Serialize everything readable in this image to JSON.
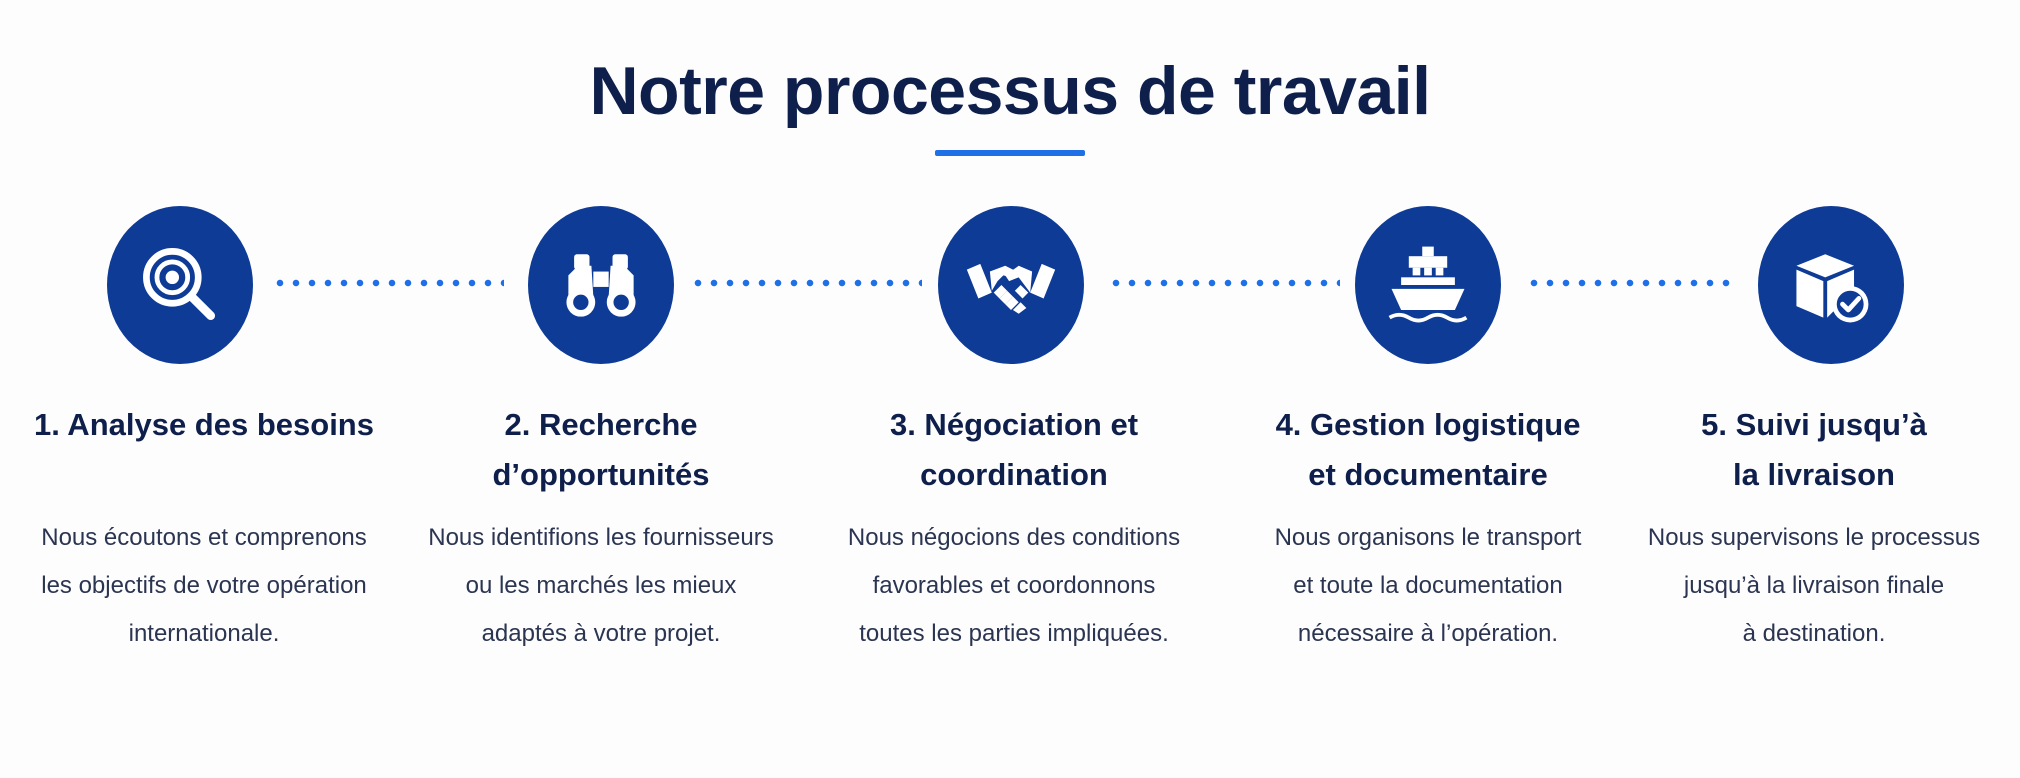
{
  "title": "Notre processus de travail",
  "accent_color": "#1f6fe6",
  "circle_color": "#0d3b96",
  "steps": [
    {
      "icon": "target-search-icon",
      "title": "1. Analyse des besoins",
      "description_lines": [
        "Nous écoutons et comprenons",
        "les objectifs de votre opération",
        "internationale."
      ]
    },
    {
      "icon": "binoculars-icon",
      "title_lines": [
        "2. Recherche",
        "d’opportunités"
      ],
      "description_lines": [
        "Nous identifions les fournisseurs",
        "ou les marchés les mieux",
        "adaptés à votre projet."
      ]
    },
    {
      "icon": "handshake-icon",
      "title_lines": [
        "3. Négociation et",
        "coordination"
      ],
      "description_lines": [
        "Nous négocions des conditions",
        "favorables et coordonnons",
        "toutes les parties impliquées."
      ]
    },
    {
      "icon": "cargo-ship-icon",
      "title_lines": [
        "4. Gestion logistique",
        "et documentaire"
      ],
      "description_lines": [
        "Nous organisons le transport",
        "et toute la documentation",
        "nécessaire à l’opération."
      ]
    },
    {
      "icon": "box-check-icon",
      "title_lines": [
        "5. Suivi jusqu’à",
        "la livraison"
      ],
      "description_lines": [
        "Nous supervisons le processus",
        "jusqu’à la livraison finale",
        "à destination."
      ]
    }
  ]
}
